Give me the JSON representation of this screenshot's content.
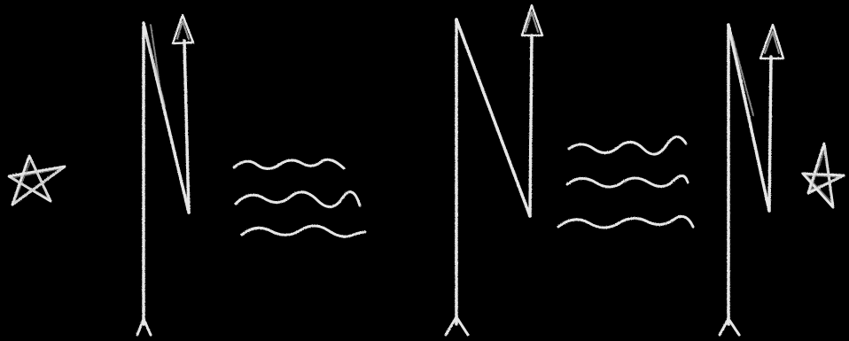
{
  "scene": {
    "background_color": "#000000",
    "chalk_color": "#e6e6e6",
    "chalk_dim_color": "#bdbdbd",
    "description_of_content": "",
    "groups": [
      {
        "name": "star-left",
        "kind": "star"
      },
      {
        "name": "arrow-n-1",
        "kind": "n-arrow"
      },
      {
        "name": "waves-1",
        "kind": "wavy-lines",
        "count": 3
      },
      {
        "name": "arrow-n-2",
        "kind": "n-arrow"
      },
      {
        "name": "waves-2",
        "kind": "wavy-lines",
        "count": 3
      },
      {
        "name": "arrow-n-3",
        "kind": "n-arrow"
      },
      {
        "name": "star-right",
        "kind": "star"
      }
    ]
  }
}
